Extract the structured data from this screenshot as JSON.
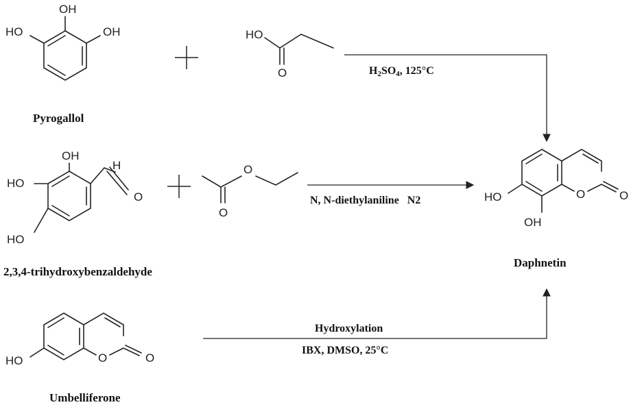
{
  "atom_labels": {
    "oh": "OH",
    "ho": "HO",
    "o": "O",
    "h": "H"
  },
  "compounds": {
    "pyrogallol": "Pyrogallol",
    "trihydroxybenzaldehyde": "2,3,4-trihydroxybenzaldehyde",
    "umbelliferone": "Umbelliferone",
    "daphnetin": "Daphnetin"
  },
  "conditions": {
    "route1": "H2SO4, 125°C",
    "route1_parts": [
      "H",
      "2",
      "SO",
      "4",
      ", 125°C"
    ],
    "route2": "N, N-diethylaniline   N2",
    "route3_top": "Hydroxylation",
    "route3_bottom": "IBX, DMSO, 25°C"
  }
}
